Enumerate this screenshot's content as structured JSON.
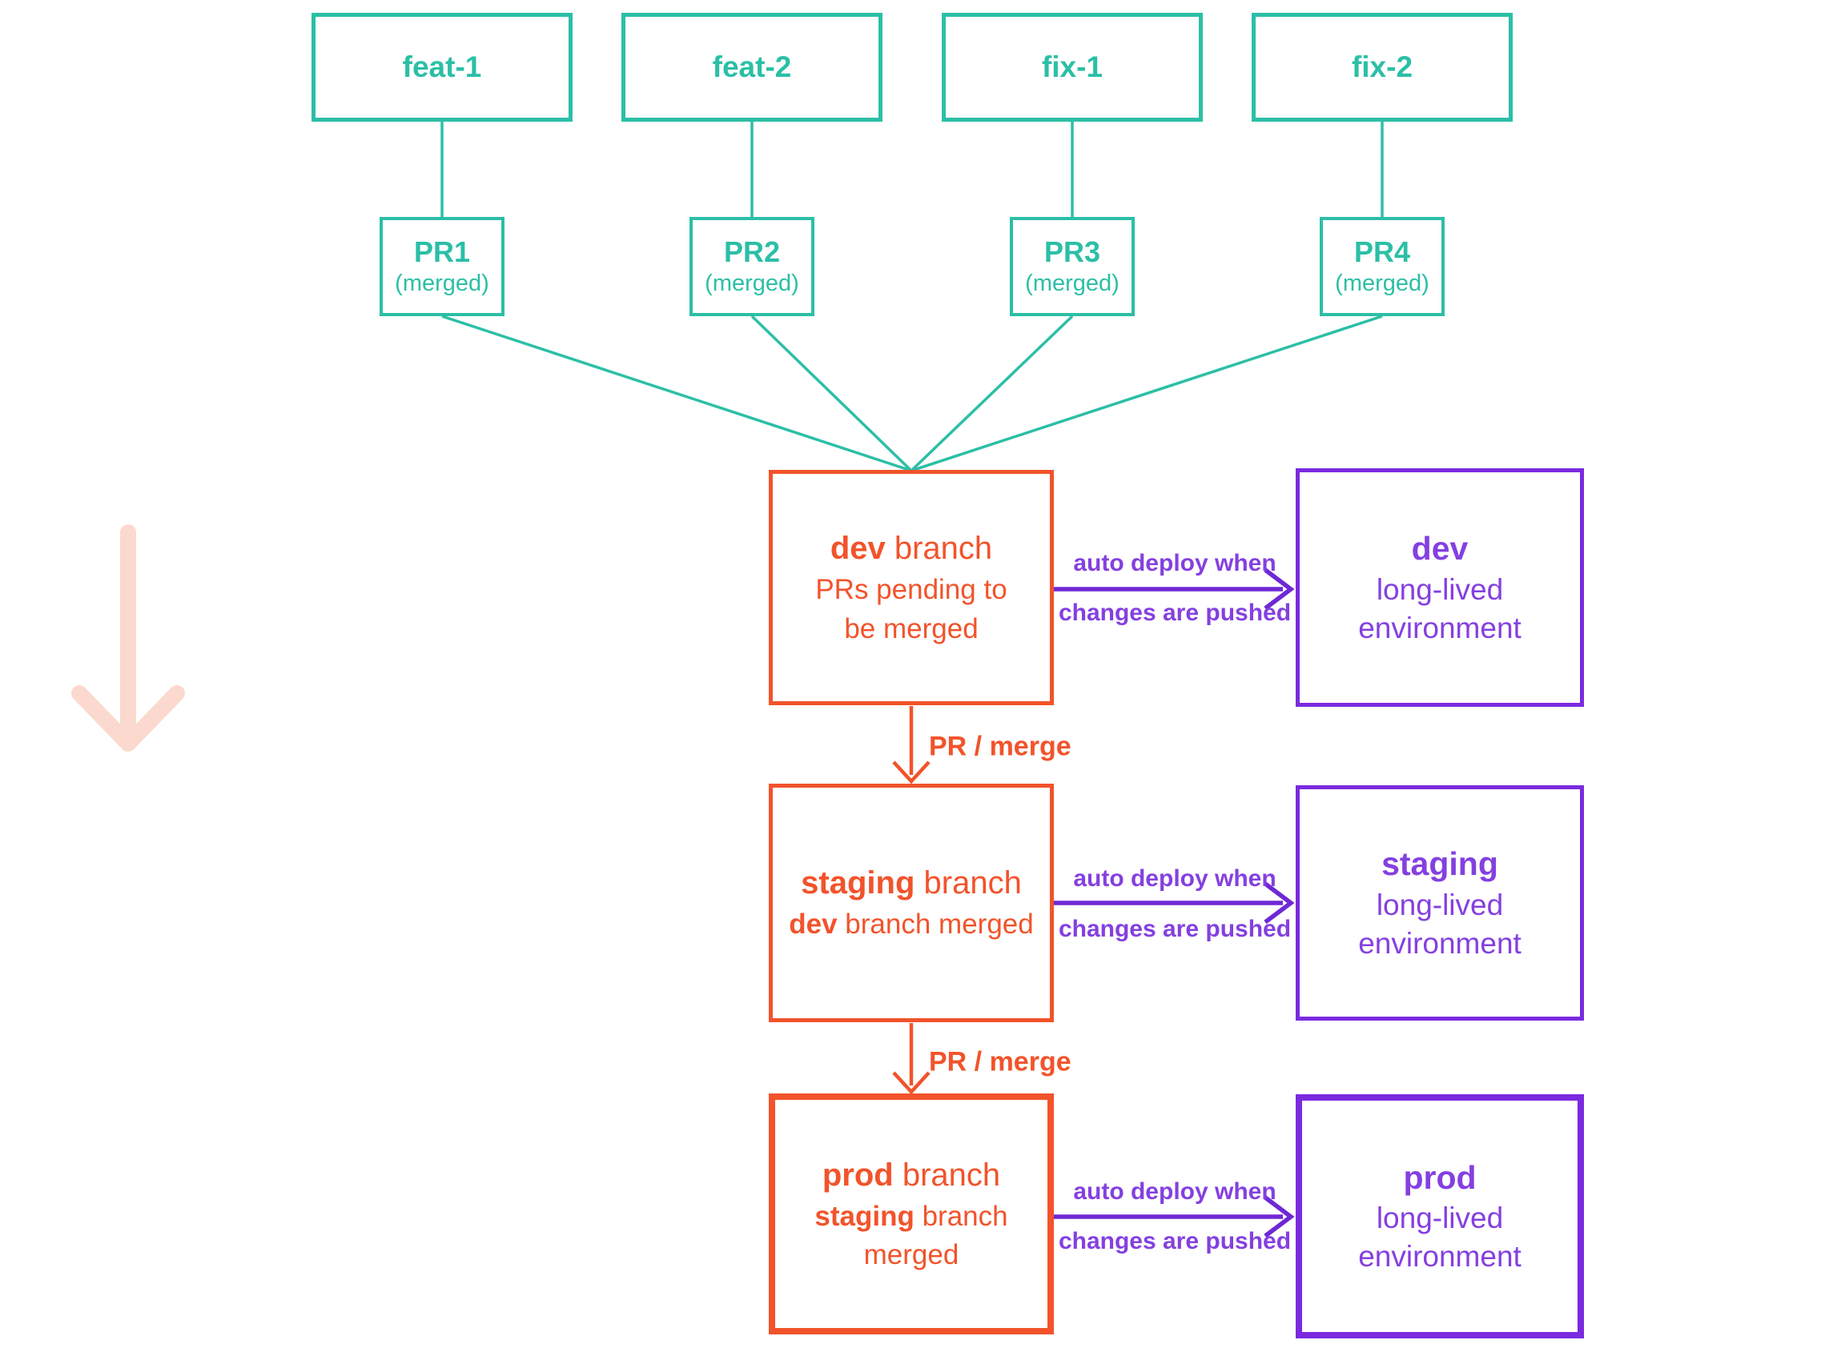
{
  "diagram": {
    "feature_branches": [
      {
        "label": "feat-1"
      },
      {
        "label": "feat-2"
      },
      {
        "label": "fix-1"
      },
      {
        "label": "fix-2"
      }
    ],
    "pull_requests": [
      {
        "label": "PR1",
        "status": "(merged)"
      },
      {
        "label": "PR2",
        "status": "(merged)"
      },
      {
        "label": "PR3",
        "status": "(merged)"
      },
      {
        "label": "PR4",
        "status": "(merged)"
      }
    ],
    "branches": [
      {
        "bold": "dev",
        "rest": " branch",
        "line2": "PRs pending to",
        "line3": "be merged"
      },
      {
        "bold": "staging",
        "rest": " branch",
        "line2_bold": "dev",
        "line2_rest": " branch merged"
      },
      {
        "bold": "prod",
        "rest": " branch",
        "line2_bold": "staging",
        "line2_rest": " branch",
        "line3": "merged"
      }
    ],
    "environments": [
      {
        "name": "dev",
        "line2": "long-lived",
        "line3": "environment"
      },
      {
        "name": "staging",
        "line2": "long-lived",
        "line3": "environment"
      },
      {
        "name": "prod",
        "line2": "long-lived",
        "line3": "environment"
      }
    ],
    "labels": {
      "deploy_line1": "auto deploy when",
      "deploy_line2": "changes are pushed",
      "merge": "PR / merge"
    }
  },
  "colors": {
    "teal": "#2BBFA6",
    "orange": "#F2532B",
    "purple": "#7A2ADF",
    "purple_dark": "#6E28D6",
    "purple_text": "#8440E0",
    "pink": "#FBD9CE"
  }
}
